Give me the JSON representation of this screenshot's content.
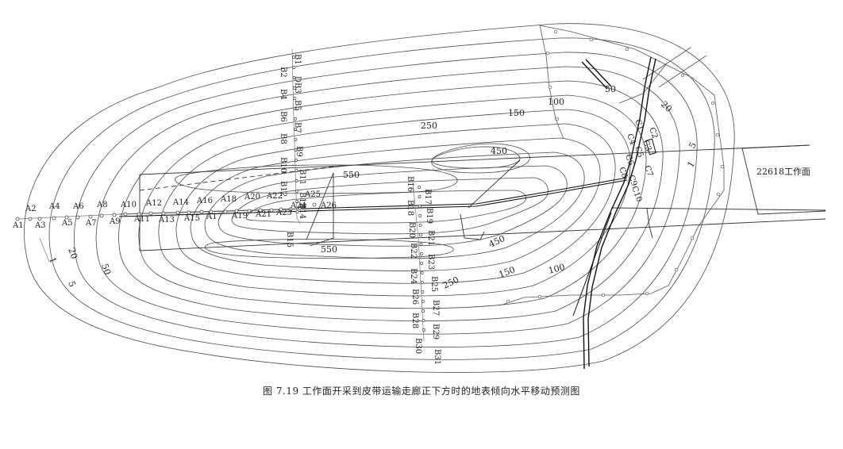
{
  "figure": {
    "caption": "图 7.19  工作面开采到皮带运输走廊正下方时的地表倾向水平移动预测图"
  },
  "panel_label": "22618工作面",
  "contour_labels": [
    {
      "text": "550",
      "kind": "upper"
    },
    {
      "text": "450",
      "kind": "upper"
    },
    {
      "text": "250",
      "kind": "upper"
    },
    {
      "text": "150",
      "kind": "upper"
    },
    {
      "text": "100",
      "kind": "upper"
    },
    {
      "text": "50",
      "kind": "upper"
    },
    {
      "text": "20",
      "kind": "upper"
    },
    {
      "text": "5",
      "kind": "upper"
    },
    {
      "text": "1",
      "kind": "upper"
    },
    {
      "text": "550",
      "kind": "lower"
    },
    {
      "text": "450",
      "kind": "lower"
    },
    {
      "text": "250",
      "kind": "lower"
    },
    {
      "text": "150",
      "kind": "lower"
    },
    {
      "text": "100",
      "kind": "lower"
    },
    {
      "text": "50",
      "kind": "left"
    },
    {
      "text": "20",
      "kind": "left"
    },
    {
      "text": "5",
      "kind": "left"
    },
    {
      "text": "1",
      "kind": "left"
    }
  ],
  "survey_points": {
    "A": [
      "A1",
      "A2",
      "A3",
      "A4",
      "A5",
      "A6",
      "A7",
      "A8",
      "A9",
      "A10",
      "A11",
      "A12",
      "A13",
      "A14",
      "A15",
      "A16",
      "A17",
      "A18",
      "A19",
      "A20",
      "A21",
      "A22",
      "A23",
      "A24",
      "A25",
      "A26"
    ],
    "B": [
      "B1",
      "B2",
      "DB3",
      "B4",
      "B5",
      "B6",
      "B7",
      "B8",
      "B9",
      "B10",
      "B11",
      "B12",
      "B13",
      "B14",
      "B15",
      "B16",
      "B17",
      "B18",
      "B19",
      "B20",
      "B21",
      "B22",
      "B23",
      "B24",
      "B25",
      "B26",
      "B27",
      "B28",
      "B29",
      "B30",
      "B31"
    ],
    "C": [
      "C1",
      "C2",
      "C3",
      "C4",
      "C5",
      "C6",
      "C7",
      "C8",
      "C9",
      "C10"
    ]
  }
}
